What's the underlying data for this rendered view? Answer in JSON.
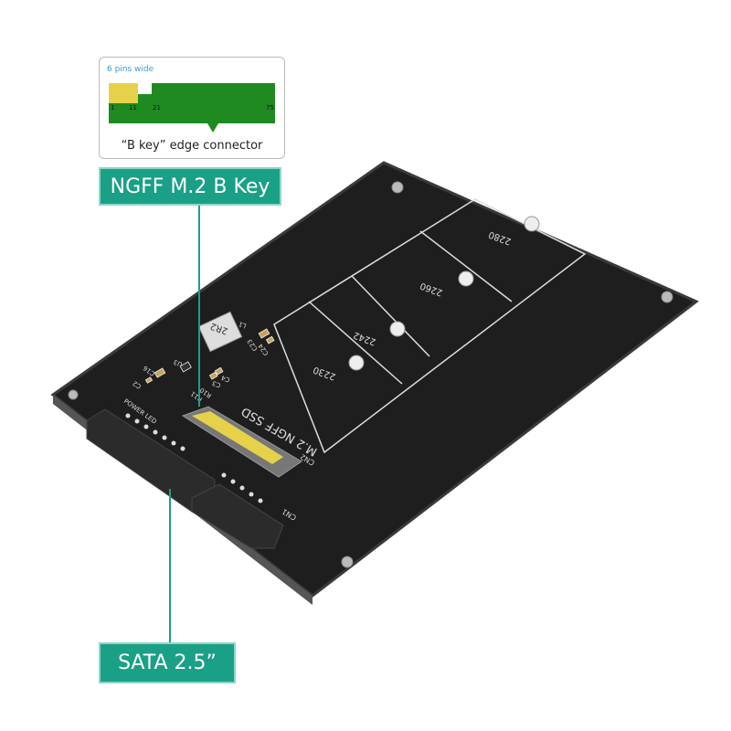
{
  "inset": {
    "pins_label": "6 pins wide",
    "pin_numbers": [
      "1",
      "11",
      "21",
      "75"
    ],
    "caption": "“B key” edge connector"
  },
  "labels": {
    "m2": "NGFF M.2 B Key",
    "sata": "SATA 2.5”"
  },
  "board": {
    "sizes": [
      "2280",
      "2260",
      "2242",
      "2230"
    ],
    "slot_text": "M.2  NGFF SSD",
    "cn2": "CN2",
    "cn1": "CN1",
    "inductor": "2R2",
    "l1": "L1",
    "power_led": "POWER LED",
    "parts": [
      "C23",
      "C24",
      "C16",
      "C2",
      "C3",
      "C4",
      "R10",
      "R11",
      "U3"
    ]
  },
  "colors": {
    "accent": "#1aa087",
    "pcb": "#1e1e1e",
    "gold": "#e6d24a",
    "green": "#1f8a1f"
  }
}
